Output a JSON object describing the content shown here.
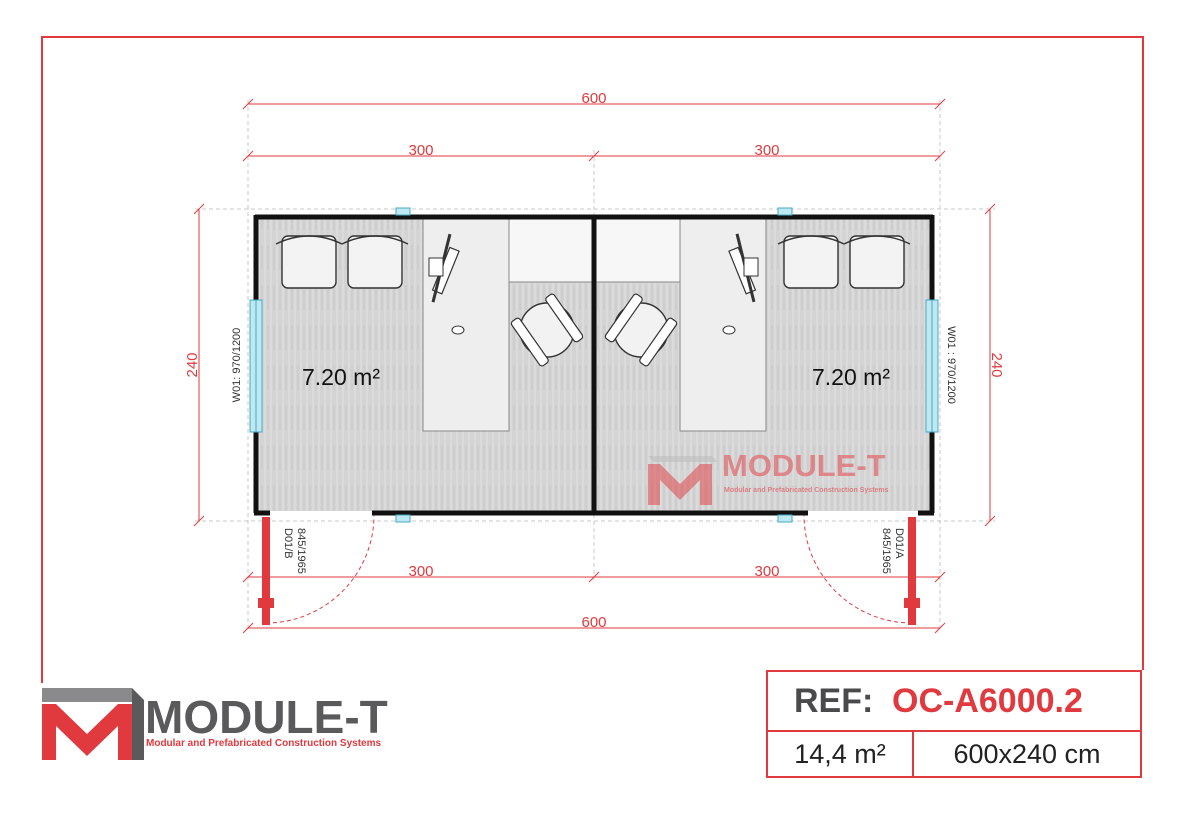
{
  "drawing": {
    "dimensions": {
      "total_top": "600",
      "half_top_left": "300",
      "half_top_right": "300",
      "half_bottom_left": "300",
      "half_bottom_right": "300",
      "total_bottom": "600",
      "height_left": "240",
      "height_right": "240"
    },
    "rooms": [
      {
        "area": "7.20 m²"
      },
      {
        "area": "7.20 m²"
      }
    ],
    "windows": {
      "left": "W01: 970/1200",
      "right": "W01 : 970/1200"
    },
    "doors": {
      "left_code": "D01/B",
      "left_size": "845/1965",
      "right_code": "D01/A",
      "right_size": "845/1965"
    }
  },
  "watermark": {
    "name": "MODULE-T",
    "tagline": "Modular and Prefabricated Construction Systems"
  },
  "logo": {
    "name": "MODULE-T",
    "tagline": "Modular and Prefabricated Construction Systems"
  },
  "reference": {
    "label": "REF:",
    "code": "OC-A6000.2",
    "area": "14,4 m²",
    "size": "600x240 cm"
  },
  "colors": {
    "accent": "#e03a3e",
    "logo_gray": "#5a5a5c",
    "wall": "#111111",
    "floor": "#d6d6d6",
    "window": "#bfe9f2"
  }
}
